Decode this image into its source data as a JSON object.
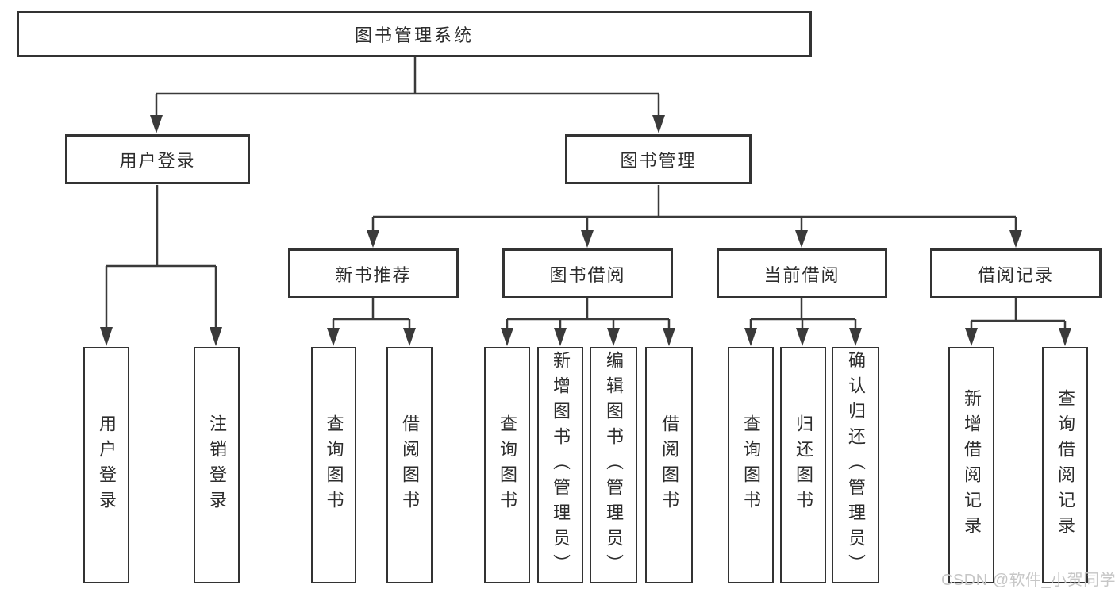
{
  "tree": {
    "root": "图书管理系统",
    "branches": [
      {
        "label": "用户登录",
        "children": [
          "用户登录",
          "注销登录"
        ]
      },
      {
        "label": "图书管理",
        "sections": [
          {
            "label": "新书推荐",
            "children": [
              "查询图书",
              "借阅图书"
            ]
          },
          {
            "label": "图书借阅",
            "children": [
              "查询图书",
              "新增图书（管理员）",
              "编辑图书（管理员）",
              "借阅图书"
            ]
          },
          {
            "label": "当前借阅",
            "children": [
              "查询图书",
              "归还图书",
              "确认归还（管理员）"
            ]
          },
          {
            "label": "借阅记录",
            "children": [
              "新增借阅记录",
              "查询借阅记录"
            ]
          }
        ]
      }
    ]
  },
  "watermark": {
    "text": "CSDN @软件_小贺同学"
  },
  "colors": {
    "line": "#3a3a3a",
    "border": "#333333",
    "text": "#2d2d2d",
    "watermark": "#c6c6c6",
    "background": "#ffffff"
  }
}
